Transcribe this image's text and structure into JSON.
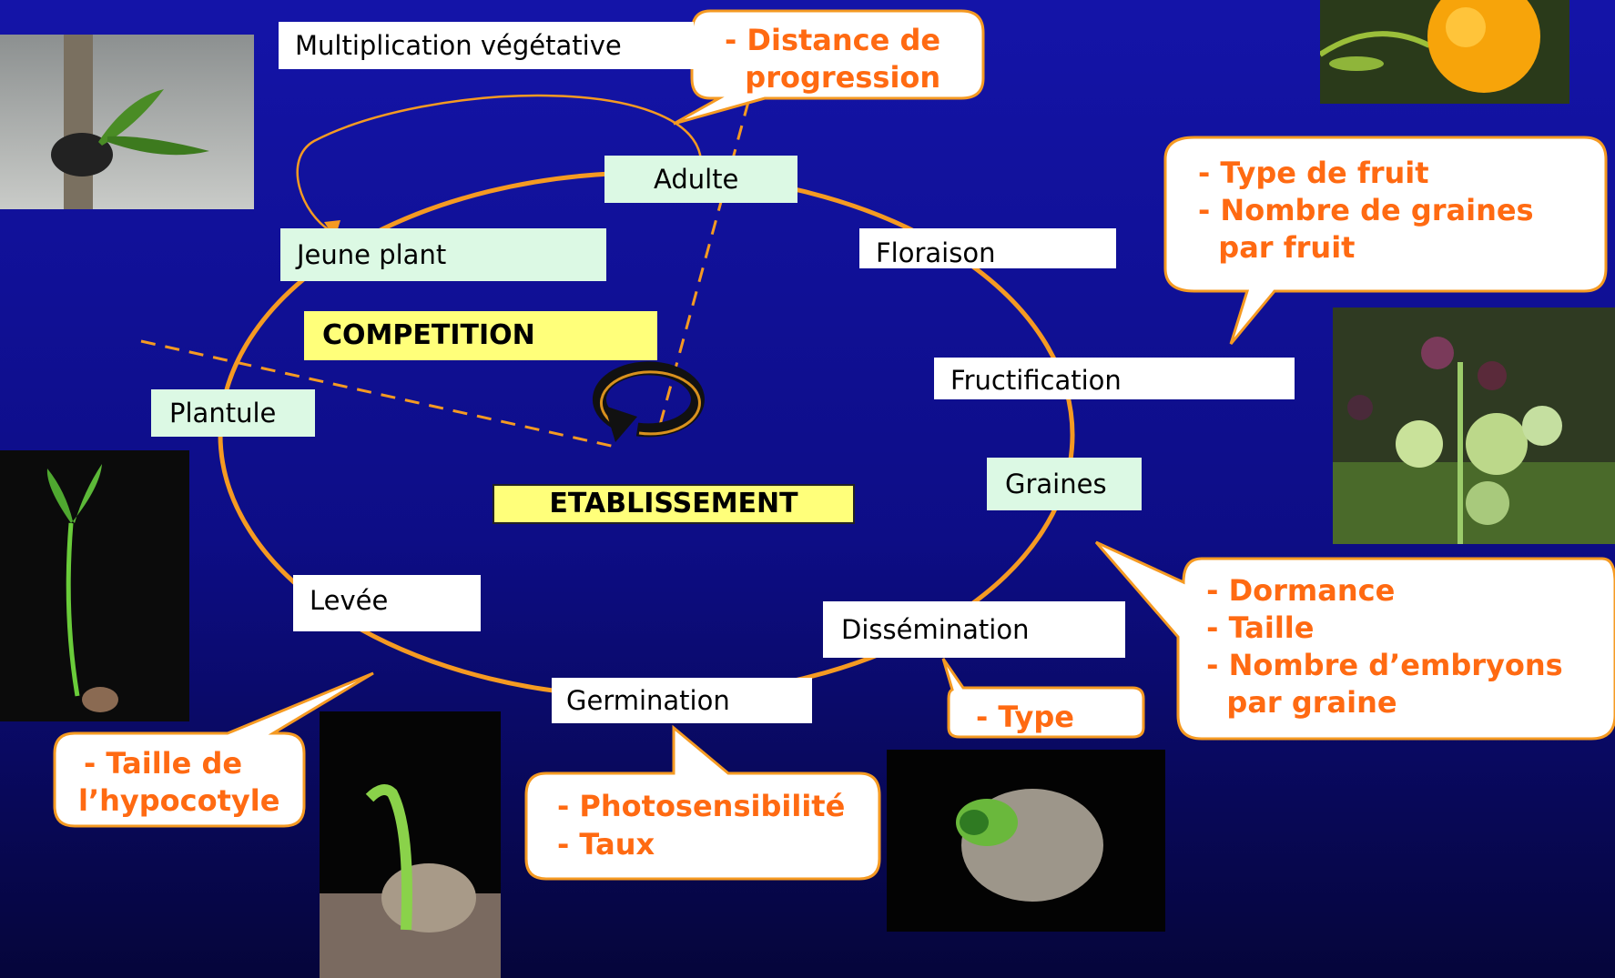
{
  "stages": {
    "multiplication": "Multiplication végétative",
    "adulte": "Adulte",
    "jeune_plant": "Jeune plant",
    "floraison": "Floraison",
    "fructification": "Fructification",
    "graines": "Graines",
    "plantule": "Plantule",
    "levee": "Levée",
    "germination": "Germination",
    "dissemination": "Dissémination"
  },
  "center": {
    "competition": "COMPETITION",
    "etablissement": "ETABLISSEMENT"
  },
  "callouts": {
    "distance": [
      "- Distance de",
      "  progression"
    ],
    "fruit": [
      "- Type de fruit",
      "- Nombre de graines",
      "  par fruit"
    ],
    "dormance": [
      " - Dormance",
      " - Taille",
      " - Nombre d’embryons",
      "   par graine"
    ],
    "type": [
      "- Type"
    ],
    "photosensibilite": [
      "- Photosensibilité",
      "- Taux"
    ],
    "hypocotyle": [
      "- Taille de",
      "l’hypocotyle"
    ]
  },
  "colors": {
    "cycle": "#f59a22",
    "callout_text": "#ff6a12",
    "background": "#1212a0"
  }
}
